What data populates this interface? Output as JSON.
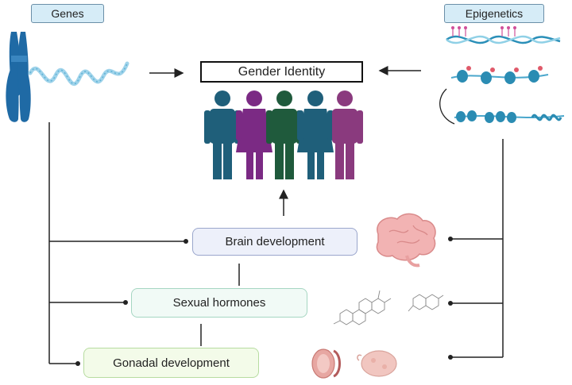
{
  "labels": {
    "genes": "Genes",
    "epigenetics": "Epigenetics",
    "gender_identity": "Gender Identity",
    "brain_development": "Brain development",
    "sexual_hormones": "Sexual hormones",
    "gonadal_development": "Gonadal development"
  },
  "colors": {
    "chromosome": "#1f6aa5",
    "dna": "#9fd3ea",
    "person_teal": "#1f5f7a",
    "person_purple": "#7b2a84",
    "person_green": "#1f5a3c",
    "person_magenta": "#8a3a7e",
    "brain": "#f2b3b3",
    "connector": "#222222"
  },
  "icons": [
    "chromosome-icon",
    "dna-strand-icon",
    "chromatin-icon",
    "people-group-icon",
    "brain-icon",
    "steroid-molecule-icon",
    "testis-icon",
    "ovary-icon"
  ]
}
